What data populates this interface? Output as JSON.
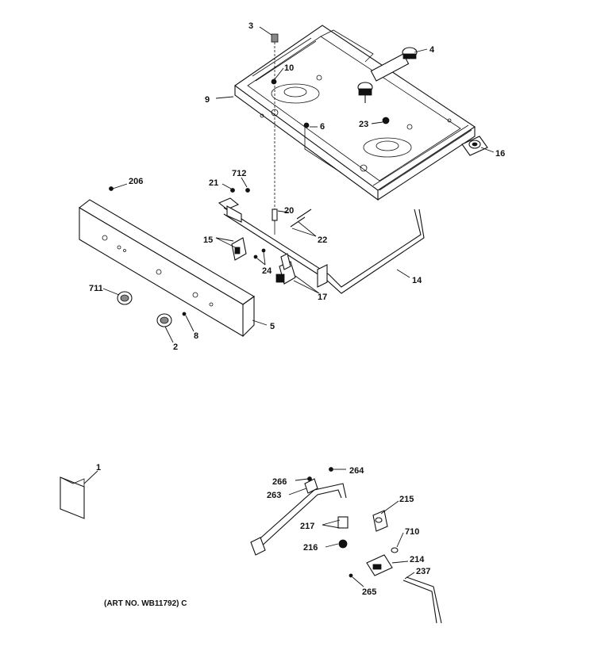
{
  "diagram": {
    "caption": "(ART NO. WB11792) C",
    "callouts": [
      "3",
      "10",
      "4",
      "9",
      "23",
      "6",
      "16",
      "206",
      "21",
      "712",
      "20",
      "22",
      "15",
      "24",
      "14",
      "17",
      "711",
      "5",
      "2",
      "8",
      "1",
      "264",
      "266",
      "263",
      "215",
      "217",
      "710",
      "216",
      "214",
      "237",
      "265"
    ]
  }
}
